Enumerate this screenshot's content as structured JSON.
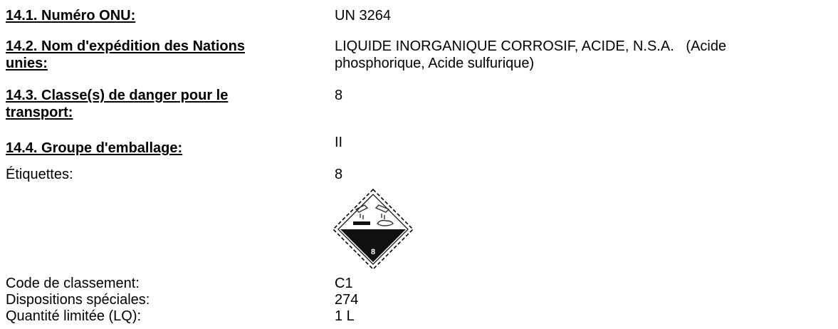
{
  "sections": {
    "un_number": {
      "label": "14.1. Numéro ONU:",
      "value": "UN 3264"
    },
    "shipping_name": {
      "label_line1": "14.2. Nom d'expédition des Nations ",
      "label_line2": "unies:",
      "value_line1": "LIQUIDE INORGANIQUE CORROSIF, ACIDE, N.S.A.   (Acide",
      "value_line2": "phosphorique, Acide sulfurique)"
    },
    "hazard_class": {
      "label_line1": "14.3. Classe(s) de danger pour le ",
      "label_line2": "transport:",
      "value": "8"
    },
    "packing_group": {
      "label": "14.4. Groupe d'emballage:",
      "value": "II"
    }
  },
  "labels_row": {
    "label": "Étiquettes:",
    "value": "8"
  },
  "placard": {
    "number": "8",
    "icon": "corrosive-hazard-icon"
  },
  "details": [
    {
      "label": "Code de classement:",
      "value": "C1"
    },
    {
      "label": "Dispositions spéciales:",
      "value": "274"
    },
    {
      "label": "Quantité limitée (LQ):",
      "value": "1 L"
    }
  ]
}
